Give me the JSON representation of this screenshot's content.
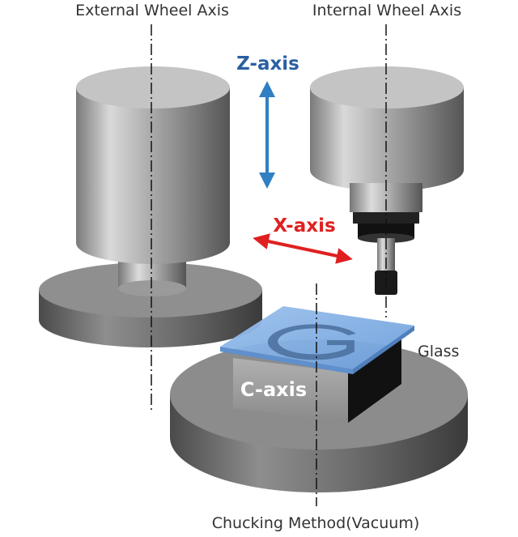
{
  "labels": {
    "external_wheel_axis": "External Wheel Axis",
    "internal_wheel_axis": "Internal Wheel Axis",
    "z_axis": "Z-axis",
    "x_axis": "X-axis",
    "c_axis": "C-axis",
    "glass": "Glass",
    "chucking_method": "Chucking Method(Vacuum)"
  },
  "colors": {
    "z_axis": "#2b5fa3",
    "x_axis": "#e02020",
    "glass": "#7aa9e0",
    "glass_logo": "#4a6f9c",
    "metal": "#8a8a8a"
  }
}
